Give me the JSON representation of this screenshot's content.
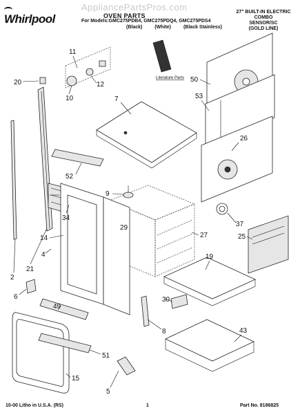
{
  "header": {
    "watermark": "AppliancePartsPros.com",
    "brand": "Whirlpool",
    "title": "OVEN PARTS",
    "models": "For Models:GMC275PDB4, GMC275PDQ4, GMC275PDS4",
    "colors": [
      "(Black)",
      "(White)",
      "(Black Stainless)"
    ],
    "product_lines": [
      "27\" BUILT-IN ELECTRIC",
      "COMBO",
      "SENSOR/SC",
      "(GOLD LINE)"
    ]
  },
  "literature_label": "Literature Parts",
  "callouts": [
    "11",
    "50",
    "20",
    "12",
    "10",
    "7",
    "53",
    "26",
    "52",
    "9",
    "34",
    "29",
    "37",
    "14",
    "27",
    "25",
    "4",
    "21",
    "19",
    "2",
    "6",
    "49",
    "30",
    "8",
    "43",
    "51",
    "15",
    "5"
  ],
  "footer": {
    "left": "10-00 Litho in U.S.A. (RS)",
    "page": "1",
    "part_no": "Part No. 8186825"
  }
}
